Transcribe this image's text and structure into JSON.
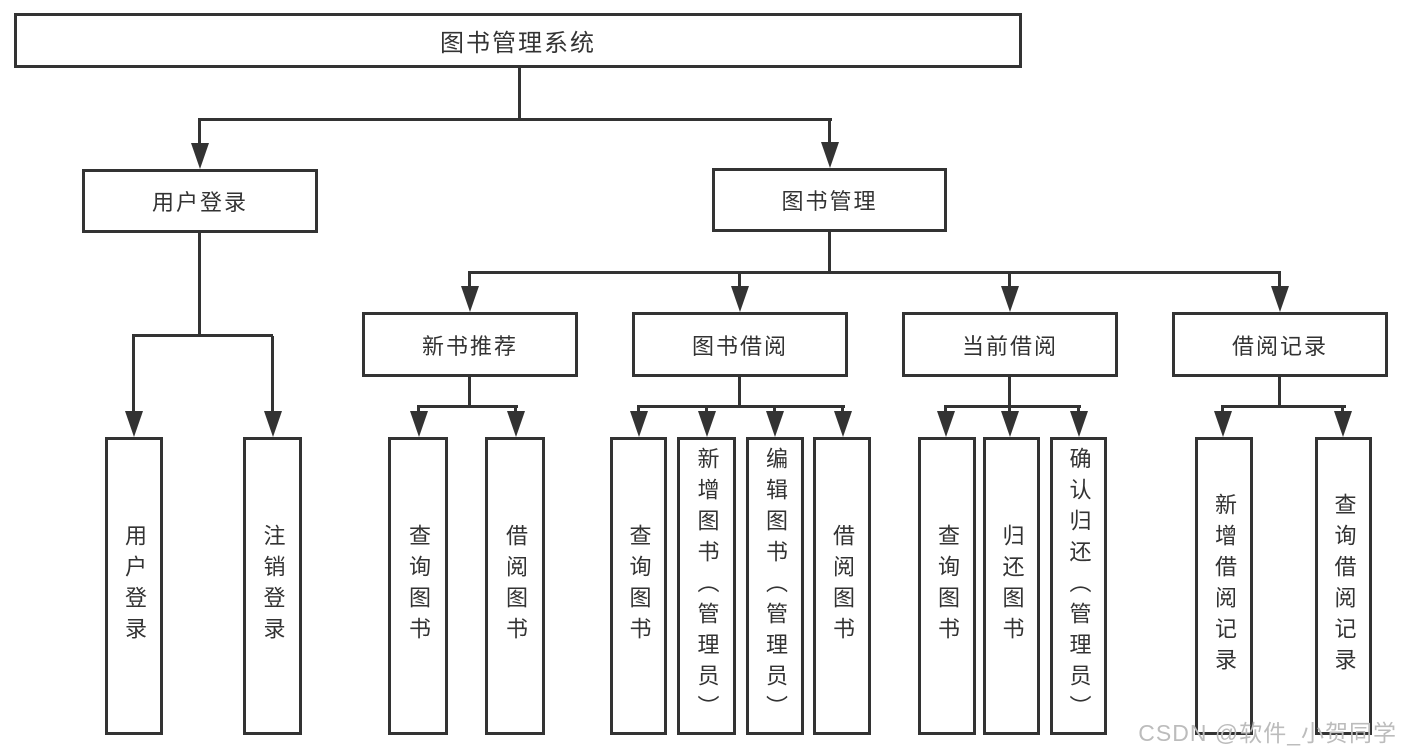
{
  "diagram_title": "图书管理系统",
  "nodes": {
    "root": "图书管理系统",
    "userLogin": "用户登录",
    "bookMgmt": "图书管理",
    "newBook": "新书推荐",
    "bookBorrow": "图书借阅",
    "currentBorrow": "当前借阅",
    "borrowRecords": "借阅记录",
    "leaves": {
      "userLogin": [
        "用户登录",
        "注销登录"
      ],
      "newBook": [
        "查询图书",
        "借阅图书"
      ],
      "bookBorrow": [
        "查询图书",
        "新增图书（管理员）",
        "编辑图书（管理员）",
        "借阅图书"
      ],
      "currentBorrow": [
        "查询图书",
        "归还图书",
        "确认归还（管理员）"
      ],
      "borrowRecords": [
        "新增借阅记录",
        "查询借阅记录"
      ]
    }
  },
  "watermark": "CSDN @软件_小贺同学",
  "colors": {
    "line": "#333333",
    "text": "#333333",
    "background": "#ffffff",
    "watermark": "#bcbcbc"
  }
}
